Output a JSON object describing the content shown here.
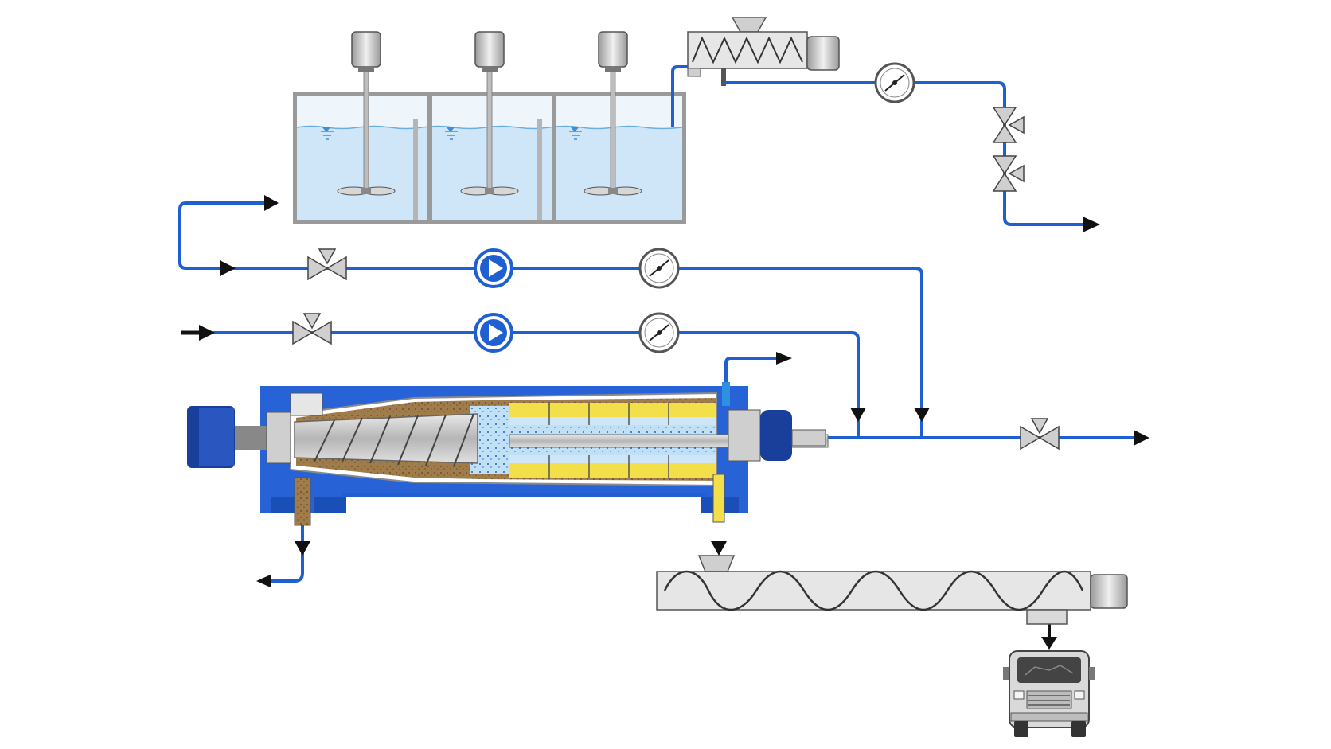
{
  "diagram": {
    "kind": "process-flow",
    "labels": [],
    "colors": {
      "pipe": "#1f5fd1",
      "pipe_light": "#2f8fe0",
      "equipment_blue": "#1f5fd1",
      "motor_dark": "#1a3f9a",
      "tank_fill": "#cfe3f7",
      "water": "#8fc4ec",
      "tank_wall": "#8a8a8a",
      "steel": "#c9c9c9",
      "sludge": "#9c7a4a",
      "cake_yellow": "#f2df4a",
      "arrow": "#111111"
    },
    "components": [
      "polymer-tank-1",
      "polymer-tank-2",
      "polymer-tank-3",
      "agitator-motor-1",
      "agitator-motor-2",
      "agitator-motor-3",
      "powder-dosing-screw",
      "pressure-gauge",
      "valve",
      "dosing-pump",
      "decanter-centrifuge",
      "discharge-screw-conveyor",
      "truck"
    ]
  }
}
